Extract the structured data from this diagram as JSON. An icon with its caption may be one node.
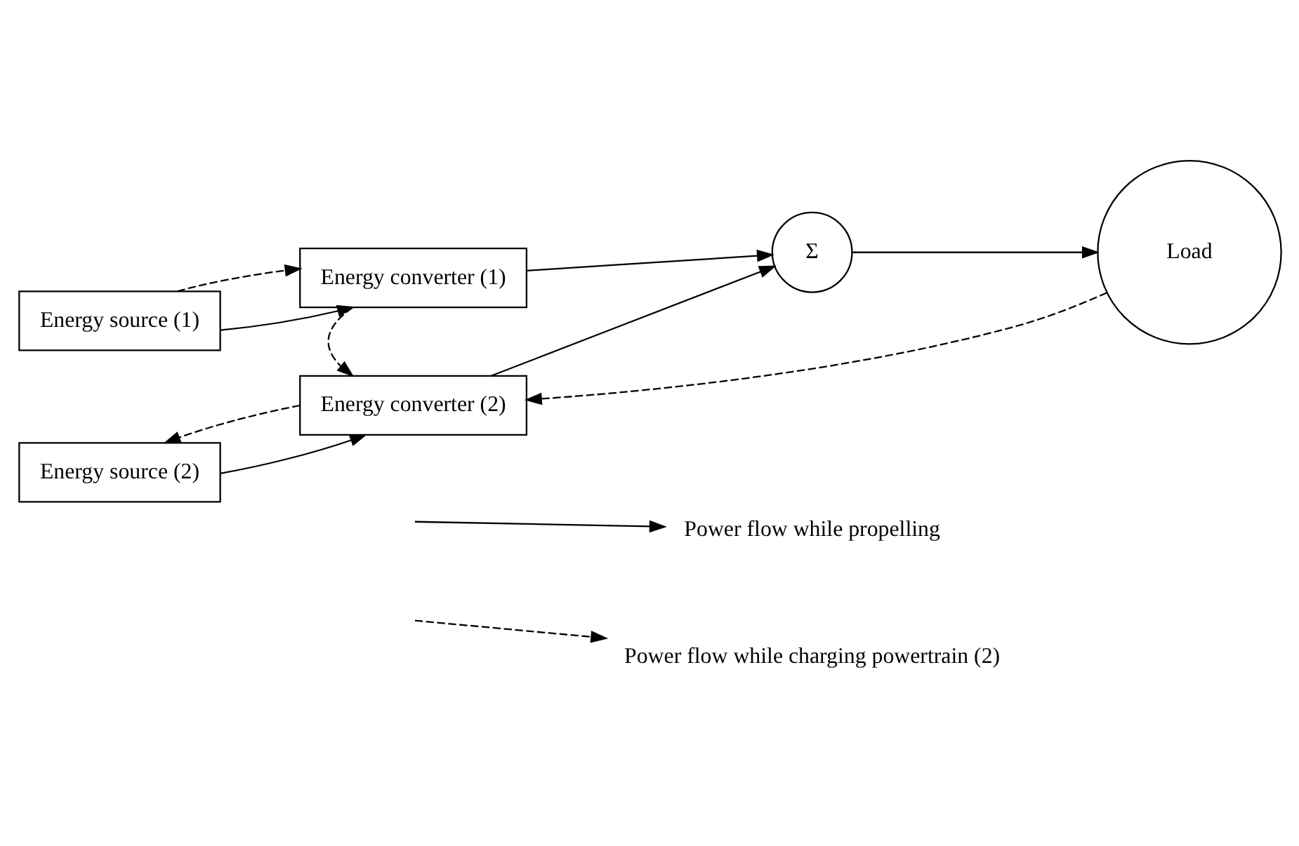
{
  "diagram": {
    "nodes": [
      {
        "text": [
          "Energy source (1)"
        ]
      },
      {
        "text": [
          "Energy converter (1)"
        ]
      },
      {
        "text": [
          "Σ"
        ]
      },
      {
        "text": [
          "Load"
        ]
      },
      {
        "text": [
          "Energy source (2)"
        ]
      },
      {
        "text": [
          "Energy converter (2)"
        ]
      }
    ],
    "edges": [
      {
        "from": 0,
        "to": 1,
        "arrow": "to"
      },
      {
        "from": 1,
        "to": 2,
        "arrow": "to"
      },
      {
        "from": 5,
        "to": 2,
        "arrow": "to"
      },
      {
        "from": 2,
        "to": 3,
        "arrow": "to"
      },
      {
        "from": 4,
        "to": 5,
        "arrow": "to"
      },
      {
        "from": 0,
        "to": 1,
        "arrow": "to",
        "style": "dashed"
      },
      {
        "from": 1,
        "to": 5,
        "arrow": "to",
        "style": "dashed"
      },
      {
        "from": 3,
        "to": 5,
        "arrow": "to",
        "style": "dashed"
      },
      {
        "from": 5,
        "to": 4,
        "arrow": "to",
        "style": "dashed"
      }
    ],
    "legend": [
      {
        "text": "Power flow while propelling"
      },
      {
        "text": "Power flow while charging powertrain (2)"
      }
    ]
  }
}
